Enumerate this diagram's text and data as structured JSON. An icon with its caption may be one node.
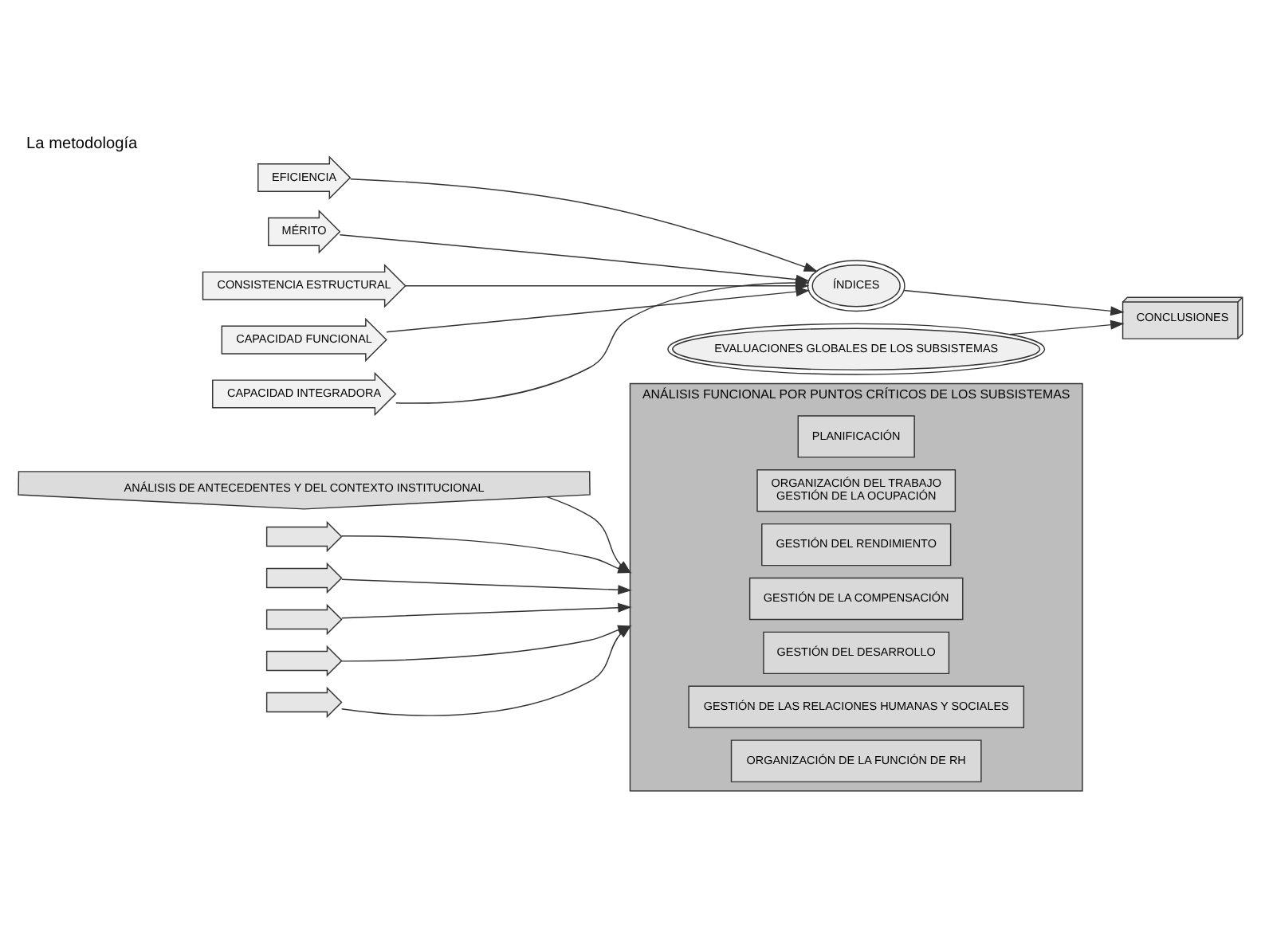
{
  "diagram": {
    "title": "La metodología",
    "nodes": [
      {
        "text": [
          "ANÁLISIS DE ANTECEDENTES Y DEL CONTEXTO INSTITUCIONAL"
        ]
      },
      {
        "text": [
          "ANÁLISIS FUNCIONAL POR PUNTOS CRÍTICOS DE LOS SUBSISTEMAS"
        ]
      },
      {
        "text": [
          "PLANIFICACIÓN"
        ],
        "in": 1
      },
      {
        "text": [
          "ORGANIZACIÓN DEL TRABAJO",
          "GESTIÓN DE LA OCUPACIÓN"
        ],
        "in": 1
      },
      {
        "text": [
          "GESTIÓN DEL RENDIMIENTO"
        ],
        "in": 1
      },
      {
        "text": [
          "GESTIÓN DE LA COMPENSACIÓN"
        ],
        "in": 1
      },
      {
        "text": [
          "GESTIÓN DEL DESARROLLO"
        ],
        "in": 1
      },
      {
        "text": [
          "GESTIÓN DE LAS RELACIONES HUMANAS Y SOCIALES"
        ],
        "in": 1
      },
      {
        "text": [
          "ORGANIZACIÓN DE LA FUNCIÓN DE RH"
        ],
        "in": 1
      },
      {
        "text": [
          "EFICIENCIA"
        ]
      },
      {
        "text": [
          "MÉRITO"
        ]
      },
      {
        "text": [
          "CONSISTENCIA ESTRUCTURAL"
        ]
      },
      {
        "text": [
          "CAPACIDAD FUNCIONAL"
        ]
      },
      {
        "text": [
          "CAPACIDAD INTEGRADORA"
        ]
      },
      {
        "text": [
          "ÍNDICES"
        ]
      },
      {
        "text": [
          "CONCLUSIONES"
        ]
      },
      {
        "text": [
          "EVALUACIONES GLOBALES DE LOS SUBSISTEMAS"
        ]
      },
      {
        "text": [],
        "shape": "arrow"
      },
      {
        "text": [],
        "shape": "arrow"
      },
      {
        "text": [],
        "shape": "arrow"
      },
      {
        "text": [],
        "shape": "arrow"
      },
      {
        "text": [],
        "shape": "arrow"
      }
    ],
    "edges": [
      {
        "from": 0,
        "to": 1,
        "arrow": "to"
      },
      {
        "from": 17,
        "to": 1,
        "arrow": "to"
      },
      {
        "from": 18,
        "to": 1,
        "arrow": "to"
      },
      {
        "from": 19,
        "to": 1,
        "arrow": "to"
      },
      {
        "from": 20,
        "to": 1,
        "arrow": "to"
      },
      {
        "from": 21,
        "to": 1,
        "arrow": "to"
      },
      {
        "from": 9,
        "to": 14,
        "arrow": "to"
      },
      {
        "from": 10,
        "to": 14,
        "arrow": "to"
      },
      {
        "from": 11,
        "to": 14,
        "arrow": "to"
      },
      {
        "from": 12,
        "to": 14,
        "arrow": "to"
      },
      {
        "from": 13,
        "to": 14,
        "arrow": "to"
      },
      {
        "from": 14,
        "to": 15,
        "arrow": "to"
      },
      {
        "from": 16,
        "to": 15,
        "arrow": "to"
      }
    ]
  }
}
